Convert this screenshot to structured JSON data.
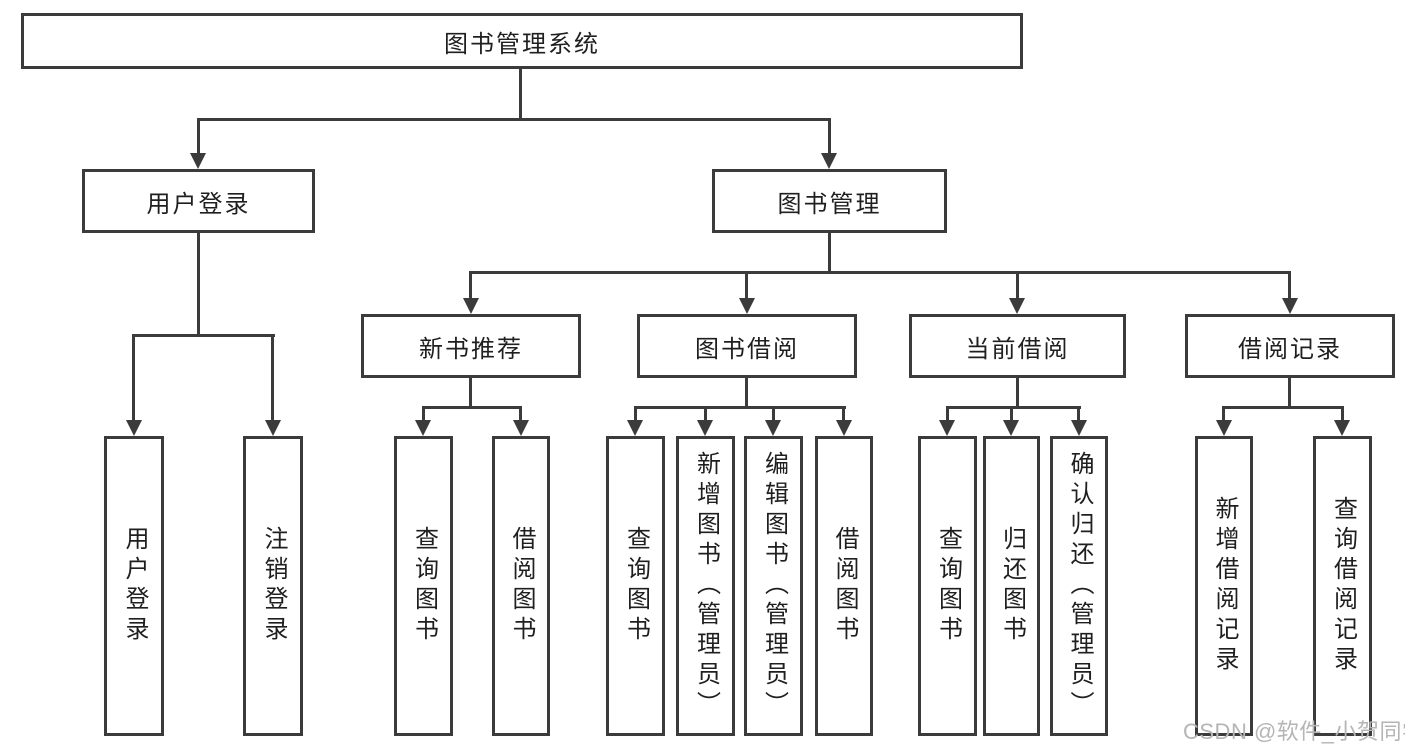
{
  "diagram": {
    "root": {
      "label": "图书管理系统"
    },
    "level1": [
      {
        "label": "用户登录"
      },
      {
        "label": "图书管理"
      }
    ],
    "level2": [
      {
        "label": "新书推荐"
      },
      {
        "label": "图书借阅"
      },
      {
        "label": "当前借阅"
      },
      {
        "label": "借阅记录"
      }
    ],
    "leaves": {
      "user_login": [
        {
          "label": "用户登录"
        },
        {
          "label": "注销登录"
        }
      ],
      "new_book_rec": [
        {
          "label": "查询图书"
        },
        {
          "label": "借阅图书"
        }
      ],
      "book_borrow": [
        {
          "label": "查询图书"
        },
        {
          "label": "新增图书（管理员）"
        },
        {
          "label": "编辑图书（管理员）"
        },
        {
          "label": "借阅图书"
        }
      ],
      "current_borrow": [
        {
          "label": "查询图书"
        },
        {
          "label": "归还图书"
        },
        {
          "label": "确认归还（管理员）"
        }
      ],
      "borrow_record": [
        {
          "label": "新增借阅记录"
        },
        {
          "label": "查询借阅记录"
        }
      ]
    },
    "watermark": "CSDN @软件_小贺同学",
    "colors": {
      "line": "#3b3b3b",
      "text": "#1f1f1f",
      "background": "#ffffff",
      "watermark": "#b5b5b5"
    }
  }
}
